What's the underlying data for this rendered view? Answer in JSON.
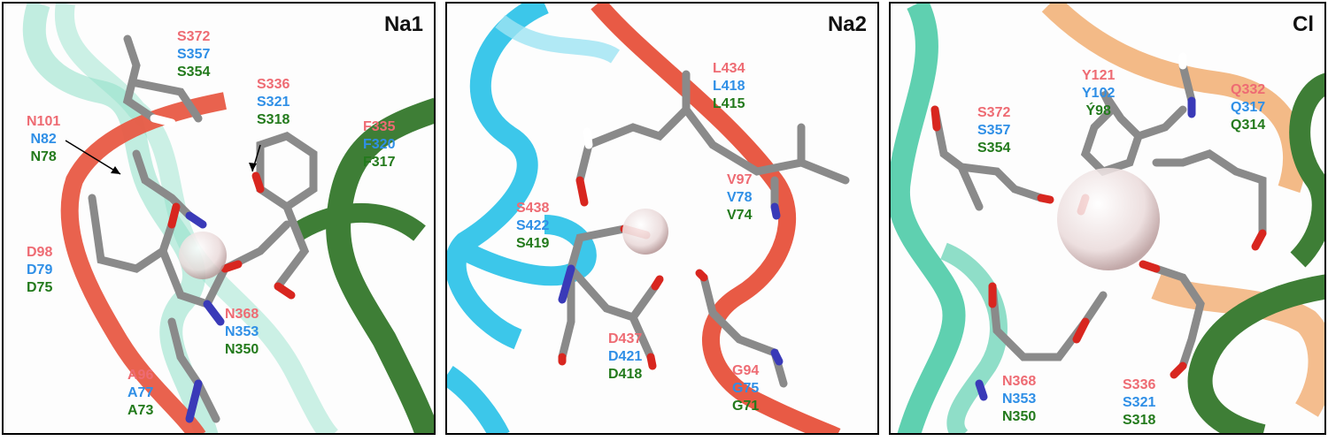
{
  "colors": {
    "species1": "#ee6b73",
    "species2": "#2f8fe6",
    "species3": "#237a1c",
    "ion": "#e9dcdc"
  },
  "panels": [
    {
      "title": "Na1",
      "labels": [
        [
          "S372",
          "S357",
          "S354"
        ],
        [
          "S336",
          "S321",
          "S318"
        ],
        [
          "N101",
          "N82",
          "N78"
        ],
        [
          "F335",
          "F320",
          "F317"
        ],
        [
          "D98",
          "D79",
          "D75"
        ],
        [
          "N368",
          "N353",
          "N350"
        ],
        [
          "A96",
          "A77",
          "A73"
        ]
      ]
    },
    {
      "title": "Na2",
      "labels": [
        [
          "L434",
          "L418",
          "L415"
        ],
        [
          "V97",
          "V78",
          "V74"
        ],
        [
          "S438",
          "S422",
          "S419"
        ],
        [
          "D437",
          "D421",
          "D418"
        ],
        [
          "G94",
          "G75",
          "G71"
        ]
      ]
    },
    {
      "title": "Cl",
      "labels": [
        [
          "S372",
          "S357",
          "S354"
        ],
        [
          "Y121",
          "Y102",
          "Ý98"
        ],
        [
          "Q332",
          "Q317",
          "Q314"
        ],
        [
          "N368",
          "N353",
          "N350"
        ],
        [
          "S336",
          "S321",
          "S318"
        ]
      ]
    }
  ]
}
